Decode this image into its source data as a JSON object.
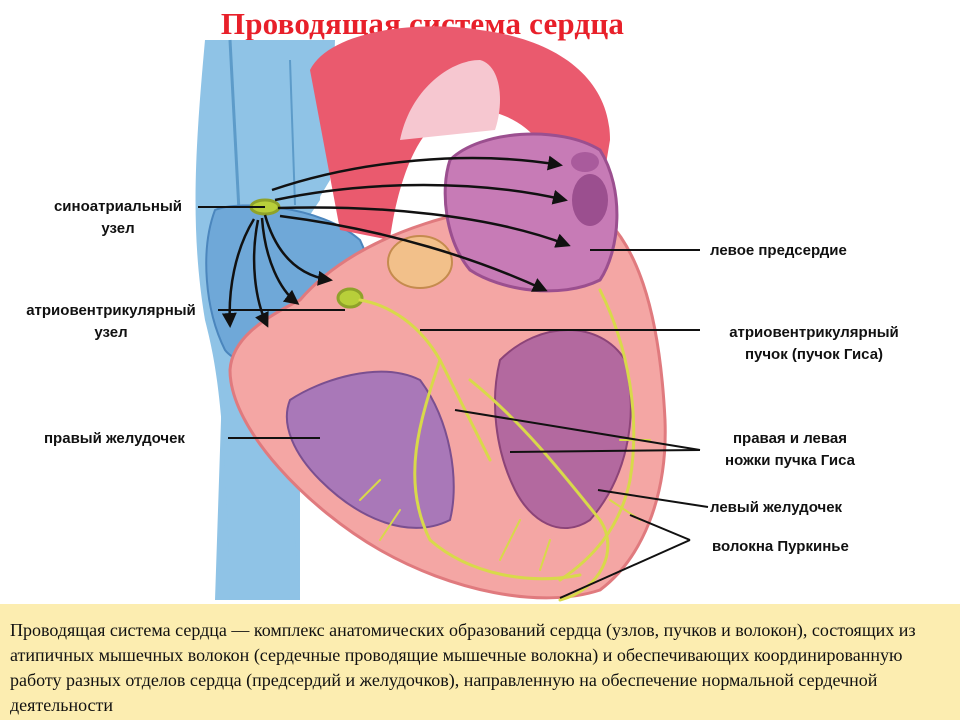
{
  "title": "Проводящая система сердца",
  "labels": {
    "sa_node": [
      "синоатриальный",
      "узел"
    ],
    "av_node": [
      "атриовентрикулярный",
      "узел"
    ],
    "right_ventricle": "правый желудочек",
    "left_atrium": "левое предсердие",
    "his_bundle": [
      "атриовентрикулярный",
      "пучок (пучок Гиса)"
    ],
    "bundle_branches": [
      "правая и левая",
      "ножки пучка Гиса"
    ],
    "left_ventricle": "левый желудочек",
    "purkinje": "волокна Пуркинье"
  },
  "caption": "Проводящая система сердца — комплекс анатомических образований сердца (узлов, пучков и волокон), состоящих из атипичных мышечных волокон (сердечные проводящие мышечные волокна) и обеспечивающих координированную работу разных отделов сердца (предсердий и желудочков), направленную на обеспечение нормальной сердечной деятельности",
  "colors": {
    "title": "#e8202a",
    "caption_bg": "#fcedb0",
    "conduction": "#d8d94a",
    "venous": "#8fc3e6",
    "myocardium": "#f4a6a4",
    "aorta": "#ea5a6e",
    "left_atrium_interior": "#c77bb6",
    "ventricle_interior": "#a978b8"
  }
}
